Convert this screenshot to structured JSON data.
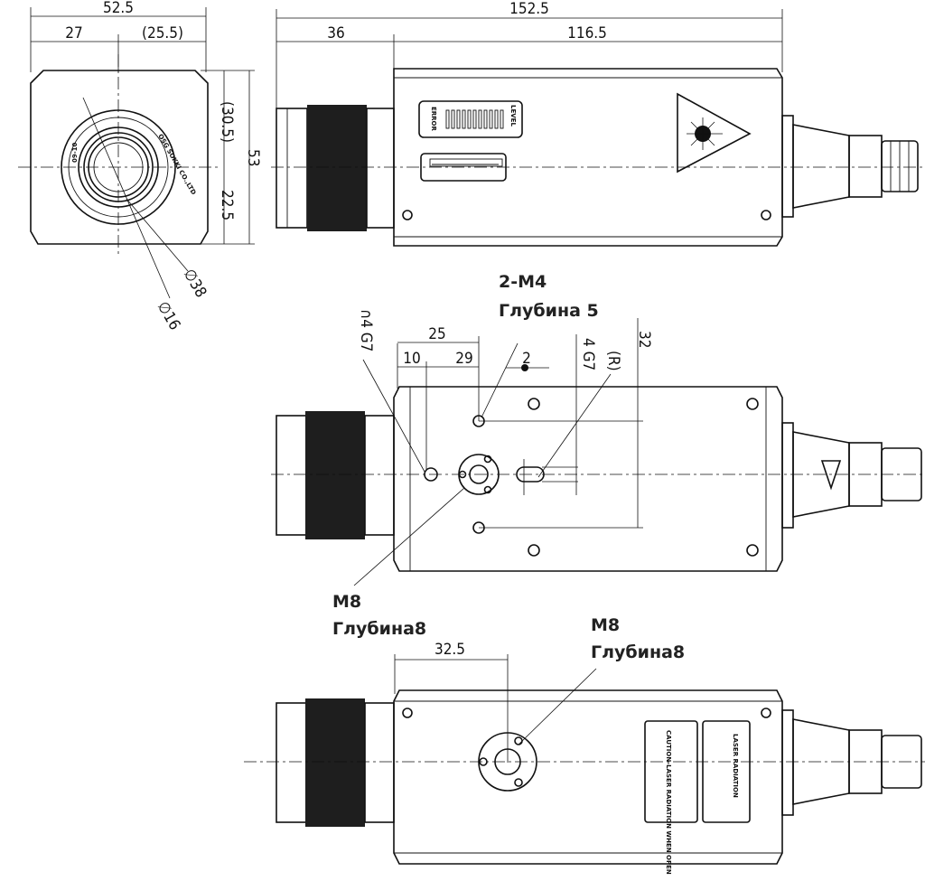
{
  "dimensions": {
    "front_width": "52.5",
    "front_left": "27",
    "front_right": "(25.5)",
    "front_upper": "(30.5)",
    "front_lower": "22.5",
    "front_height": "53",
    "lens_outer_dia": "38",
    "lens_inner_dia": "16",
    "total_length": "152.5",
    "lens_length": "36",
    "body_length": "116.5",
    "hole_dist_25": "25",
    "hole_dist_10": "10",
    "hole_dist_29": "29",
    "gap_2": "2",
    "slot_4g7": "4 G7",
    "hole_4g7": "4 G7",
    "radius_r": "(R)",
    "spacing_32": "32",
    "bottom_dist": "32.5"
  },
  "callouts": {
    "m4_line1": "2-M4",
    "m4_line2": "Глубина 5",
    "m8_top_line1": "M8",
    "m8_top_line2": "Глубина8",
    "m8_bottom_line1": "M8",
    "m8_bottom_line2": "Глубина8"
  },
  "device_labels": {
    "error": "ERROR",
    "level": "LEVEL",
    "caution_label": "CAUTION-LASER RADIATION WHEN OPEN",
    "warning_label": "LASER RADIATION",
    "diameter_symbol": "∅",
    "hole_symbol": "∩"
  }
}
